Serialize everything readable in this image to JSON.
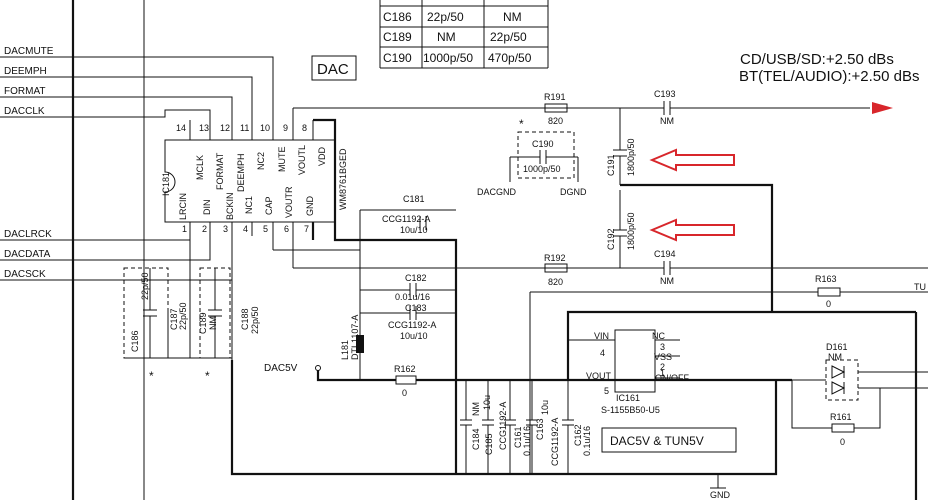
{
  "table": {
    "header": [
      "",
      "",
      ""
    ],
    "rows": [
      [
        "C186",
        "22p/50",
        "NM"
      ],
      [
        "C189",
        "NM",
        "22p/50"
      ],
      [
        "C190",
        "1000p/50",
        "470p/50"
      ]
    ]
  },
  "labels": {
    "dac_box": "DAC",
    "output_line1": "CD/USB/SD:+2.50 dBs",
    "output_line2": "BT(TEL/AUDIO):+2.50 dBs",
    "power_box": "DAC5V & TUN5V",
    "dac5v": "DAC5V",
    "gnd": "GND",
    "dacgnd": "DACGND",
    "dgnd": "DGND",
    "tu": "TU",
    "star": "*"
  },
  "signals": [
    "DACMUTE",
    "DEEMPH",
    "FORMAT",
    "DACCLK",
    "DACLRCK",
    "DACDATA",
    "DACSCK"
  ],
  "ic181": {
    "ref": "IC181",
    "part": "WM8761BGED",
    "pin_numbers": [
      "14",
      "13",
      "12",
      "11",
      "10",
      "9",
      "8",
      "1",
      "2",
      "3",
      "4",
      "5",
      "6",
      "7"
    ],
    "pin_names_top": [
      "MCLK",
      "FORMAT",
      "DEEMPH",
      "NC2",
      "MUTE",
      "VOUTL",
      "VDD"
    ],
    "pin_names_bottom": [
      "LRCIN",
      "DIN",
      "BCKIN",
      "NC1",
      "CAP",
      "VOUTR",
      "GND"
    ]
  },
  "ic161": {
    "ref": "IC161",
    "part": "S-1155B50-U5",
    "pins": [
      "VIN",
      "NC",
      "VSS",
      "VOUT",
      "ON/OFF"
    ],
    "pin_numbers": [
      "4",
      "3",
      "2",
      "1",
      "5"
    ]
  },
  "components": {
    "R191": {
      "ref": "R191",
      "value": "820"
    },
    "R192": {
      "ref": "R192",
      "value": "820"
    },
    "R162": {
      "ref": "R162",
      "value": "0"
    },
    "R163": {
      "ref": "R163",
      "value": "0"
    },
    "R161": {
      "ref": "R161",
      "value": "0"
    },
    "C193": {
      "ref": "C193",
      "value": "NM"
    },
    "C194": {
      "ref": "C194",
      "value": "NM"
    },
    "C190": {
      "ref": "C190",
      "value": "1000p/50"
    },
    "C191": {
      "ref": "C191",
      "value": "1800p/50"
    },
    "C192": {
      "ref": "C192",
      "value": "1800p/50"
    },
    "C181": {
      "ref": "C181",
      "value": "CCG1192-A",
      "value2": "10u/10"
    },
    "C182": {
      "ref": "C182",
      "value": "0.01u/16"
    },
    "C183": {
      "ref": "C183",
      "value": "CCG1192-A",
      "value2": "10u/10"
    },
    "L181": {
      "ref": "L181",
      "value": "DTL1107-A"
    },
    "C184": {
      "ref": "C184",
      "value": "NM"
    },
    "C185": {
      "ref": "C185",
      "value": "10u"
    },
    "C185b": {
      "value": "CCG1192-A"
    },
    "C161": {
      "ref": "C161",
      "value": "0.1u/16"
    },
    "C163": {
      "ref": "C163",
      "value": "10u"
    },
    "C163b": {
      "value": "CCG1192-A"
    },
    "C162": {
      "ref": "C162",
      "value": "0.1u/16"
    },
    "C186": {
      "ref": "C186",
      "value": "22p/50"
    },
    "C187": {
      "ref": "C187",
      "value": "22p/50"
    },
    "C189": {
      "ref": "C189",
      "value": "NM"
    },
    "C188": {
      "ref": "C188",
      "value": "22p/50"
    },
    "D161": {
      "ref": "D161",
      "value": "NM"
    }
  }
}
